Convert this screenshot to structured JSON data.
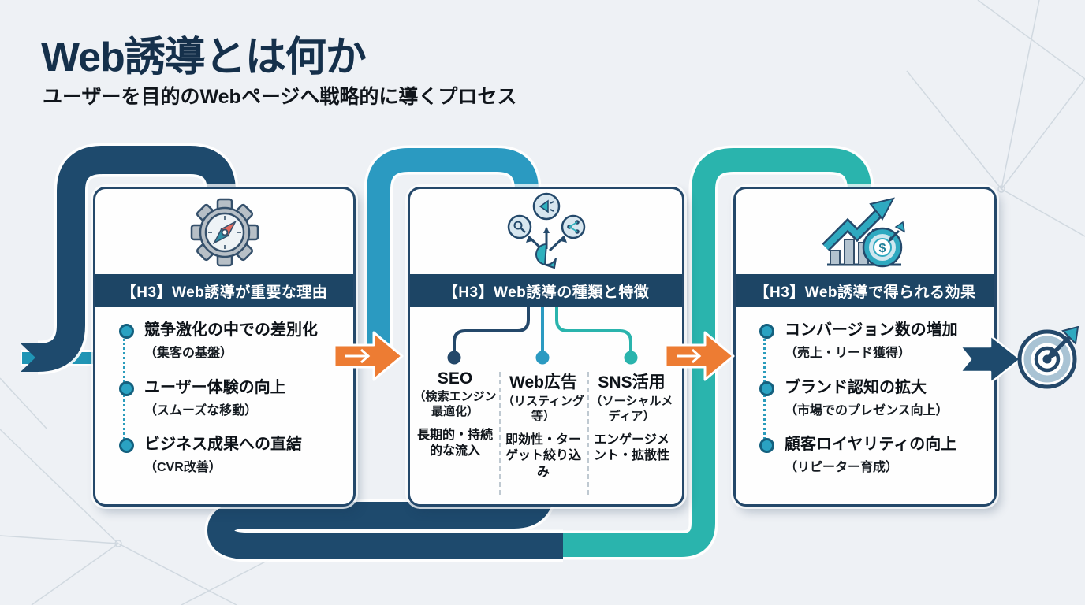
{
  "header": {
    "title": "Web誘導とは何か",
    "subtitle": "ユーザーを目的のWebページへ戦略的に導くプロセス"
  },
  "cards": [
    {
      "icon": "gear-compass",
      "header": "【H3】Web誘導が重要な理由",
      "bullets": [
        {
          "title": "競争激化の中での差別化",
          "note": "（集客の基盤）"
        },
        {
          "title": "ユーザー体験の向上",
          "note": "（スムーズな移動）"
        },
        {
          "title": "ビジネス成果への直結",
          "note": "（CVR改善）"
        }
      ]
    },
    {
      "icon": "traffic-channels",
      "header": "【H3】Web誘導の種類と特徴",
      "columns": [
        {
          "title": "SEO",
          "note": "（検索エンジン最適化）",
          "desc": "長期的・持続的な流入"
        },
        {
          "title": "Web広告",
          "note": "（リスティング等）",
          "desc": "即効性・ターゲット絞り込み"
        },
        {
          "title": "SNS活用",
          "note": "（ソーシャルメディア）",
          "desc": "エンゲージメント・拡散性"
        }
      ]
    },
    {
      "icon": "growth-chart",
      "header": "【H3】Web誘導で得られる効果",
      "bullets": [
        {
          "title": "コンバージョン数の増加",
          "note": "（売上・リード獲得）"
        },
        {
          "title": "ブランド認知の拡大",
          "note": "（市場でのプレゼンス向上）"
        },
        {
          "title": "顧客ロイヤリティの向上",
          "note": "（リピーター育成）"
        }
      ]
    }
  ],
  "icons": {
    "flow_arrow_1": "orange-block-arrow",
    "flow_arrow_2": "orange-block-arrow",
    "final_arrow": "navy-block-arrow",
    "goal": "target-with-dart",
    "coin_symbol": "$"
  },
  "colors": {
    "background": "#eef1f5",
    "navy": "#1e4a6d",
    "header_band": "#1d4565",
    "blue_pipe": "#2b9ac1",
    "teal_pipe": "#2ab4ad",
    "orange": "#ed7c33",
    "bullet_dot": "#2aa2c2",
    "icon_teal": "#2fa9c0"
  }
}
